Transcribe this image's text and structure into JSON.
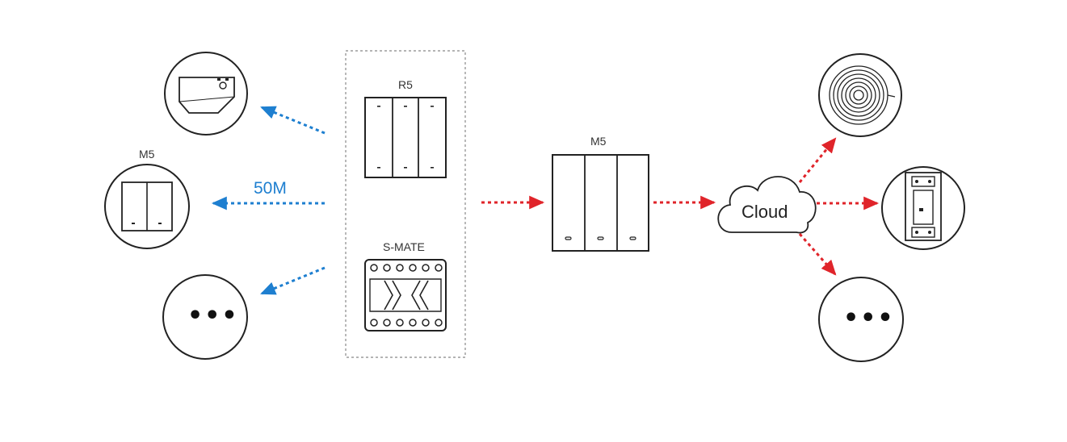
{
  "labels": {
    "r5": "R5",
    "s_mate": "S-MATE",
    "m5_left": "M5",
    "m5_center": "M5",
    "distance": "50M",
    "cloud": "Cloud",
    "more_left": "•••",
    "more_right": "•••"
  },
  "colors": {
    "local_link": "#1e7fd0",
    "cloud_link": "#e0242a",
    "outline": "#222222"
  },
  "icons": {
    "wall_switch_module": "switch-module-icon",
    "m5_two_gang": "two-gang-switch-icon",
    "r5_remote": "r5-remote-icon",
    "s_mate": "s-mate-icon",
    "m5_three_gang": "three-gang-switch-icon",
    "cloud": "cloud-icon",
    "led_strip": "led-strip-icon",
    "din_relay": "din-relay-icon"
  }
}
